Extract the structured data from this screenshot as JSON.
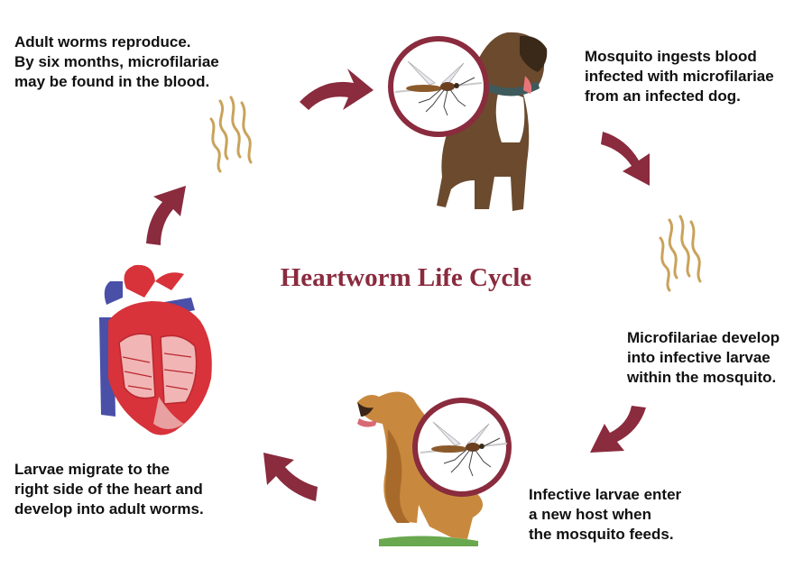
{
  "title": "Heartworm Life Cycle",
  "steps": {
    "adult_worms": "Adult worms reproduce.\nBy six months, microfilariae\nmay be found in the blood.",
    "mosquito_ingests": "Mosquito ingests blood\ninfected with microfilariae\nfrom an infected dog.",
    "larvae_develop": "Microfilariae develop\ninto infective larvae\nwithin the mosquito.",
    "new_host": "Infective larvae enter\na new host when\nthe mosquito feeds.",
    "larvae_migrate": "Larvae migrate to the\nright side of the heart and\ndevelop into adult worms."
  },
  "colors": {
    "arrow": "#8a2b3e",
    "title": "#8a2b3e",
    "ring": "#8a2b3e",
    "worm": "#c9a35a",
    "heart_red": "#d8323a",
    "heart_blue": "#4a4fa8"
  },
  "icons": [
    "mosquito-icon",
    "dog-icon",
    "heart-icon",
    "worm-icon",
    "arrow-icon"
  ]
}
